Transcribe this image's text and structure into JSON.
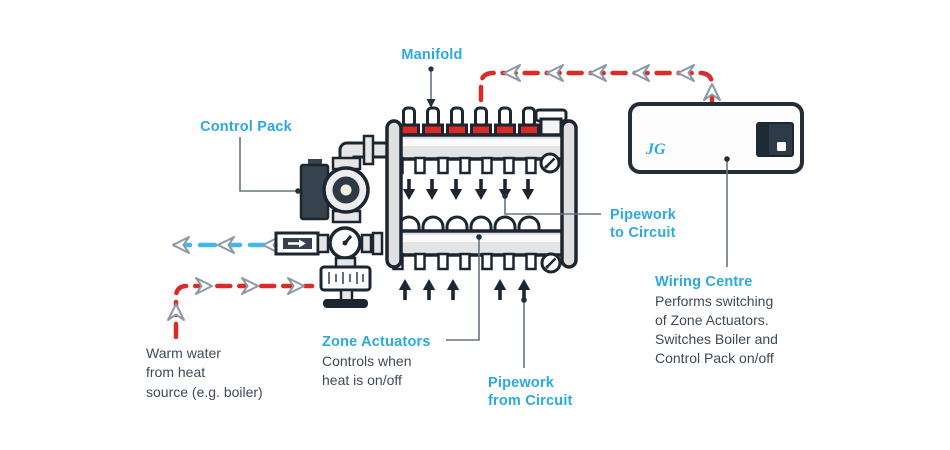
{
  "colors": {
    "accent": "#2BA9E0",
    "supply_red": "#D92B27",
    "return_blue": "#45B8EA",
    "ink": "#1B2630",
    "body_text": "#3D4A57"
  },
  "manifold": {
    "zones": 6
  },
  "labels": {
    "manifold": {
      "title": "Manifold"
    },
    "control_pack": {
      "title": "Control Pack"
    },
    "pipework_to_circuit": {
      "line1": "Pipework",
      "line2": "to Circuit"
    },
    "pipework_from_circuit": {
      "line1": "Pipework",
      "line2": "from Circuit"
    },
    "zone_actuators": {
      "title": "Zone Actuators",
      "line1": "Controls when",
      "line2": "heat is on/off"
    },
    "wiring_centre": {
      "title": "Wiring Centre",
      "line1": "Performs switching",
      "line2": "of Zone Actuators.",
      "line3": "Switches Boiler and",
      "line4": "Control Pack on/off"
    },
    "warm_water": {
      "line1": "Warm water",
      "line2": "from heat",
      "line3": "source (e.g. boiler)"
    },
    "wiring_box_logo": "JG"
  }
}
